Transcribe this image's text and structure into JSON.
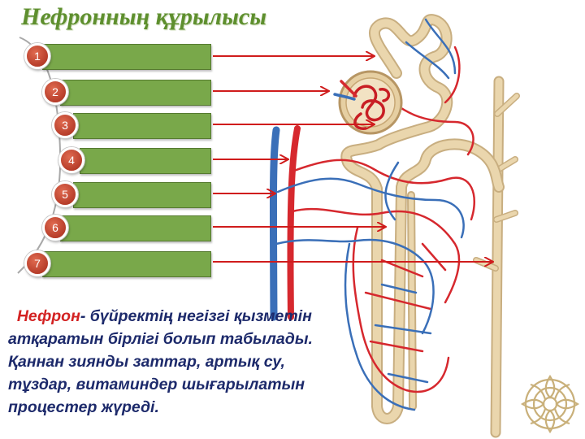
{
  "title": "Нефронның құрылысы",
  "labels": [
    {
      "number": "1",
      "text": ""
    },
    {
      "number": "2",
      "text": ""
    },
    {
      "number": "3",
      "text": ""
    },
    {
      "number": "4",
      "text": ""
    },
    {
      "number": "5",
      "text": ""
    },
    {
      "number": "6",
      "text": ""
    },
    {
      "number": "7",
      "text": ""
    }
  ],
  "caption": {
    "term": "Нефрон",
    "text": "- бүйректің негізгі қызметін атқаратын бірлігі болып табылады. Қаннан зиянды заттар, артық су, тұздар, витаминдер шығарылатын процестер жүреді."
  },
  "colors": {
    "title": "#5e8f2e",
    "label_box": "#79a84a",
    "badge": "#b83420",
    "arrow": "#d01c1c",
    "artery": "#d6282e",
    "vein": "#3a6fb8",
    "tubule": "#e8d3a8",
    "caption_text": "#1d2a6b",
    "caption_term": "#d32222"
  }
}
